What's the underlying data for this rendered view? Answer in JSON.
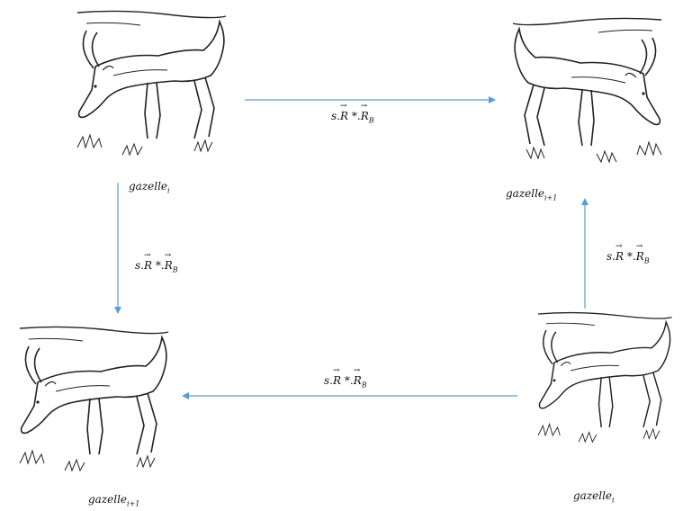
{
  "nodes": {
    "top_left": {
      "name": "gazelle",
      "sub": "i"
    },
    "top_right": {
      "name": "gazelle",
      "sub": "i+1"
    },
    "bottom_left": {
      "name": "gazelle",
      "sub": "i+1"
    },
    "bottom_right": {
      "name": "gazelle",
      "sub": "i"
    }
  },
  "edges": {
    "top": {
      "s": "s.",
      "r": "R",
      "star": "*.",
      "rb": "R",
      "rb_sub": "B"
    },
    "left": {
      "s": "s.",
      "r": "R",
      "star": "*.",
      "rb": "R",
      "rb_sub": "B"
    },
    "right": {
      "s": "s.",
      "r": "R",
      "star": "*.",
      "rb": "R",
      "rb_sub": "B"
    },
    "bottom": {
      "s": "s.",
      "r": "R",
      "star": "*.",
      "rb": "R",
      "rb_sub": "B"
    }
  },
  "colors": {
    "arrow": "#5b9bd5",
    "ink": "#222222"
  },
  "icons": {
    "node": "grazing-gazelle-sketch"
  }
}
